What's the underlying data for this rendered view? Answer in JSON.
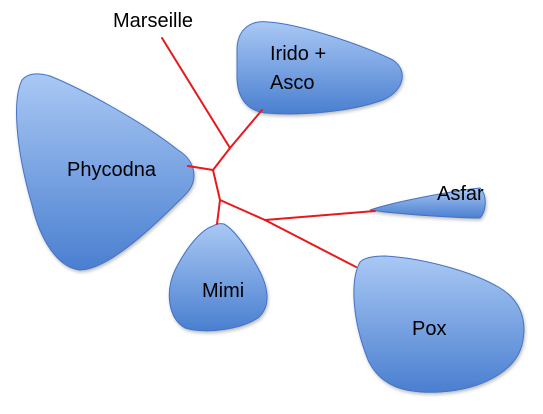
{
  "diagram": {
    "type": "unrooted-phylogenetic-tree",
    "branch_color": "#e8191c",
    "clade_color_light": "#a9c8f4",
    "clade_color_dark": "#4a7fd0",
    "clade_stroke": "#4472c4",
    "label_color": "#000000",
    "leaves": {
      "marseille": "Marseille",
      "irido_line1": "Irido +",
      "irido_line2": "Asco",
      "phycodna": "Phycodna",
      "asfar": "Asfar",
      "mimi": "Mimi",
      "pox": "Pox"
    }
  }
}
